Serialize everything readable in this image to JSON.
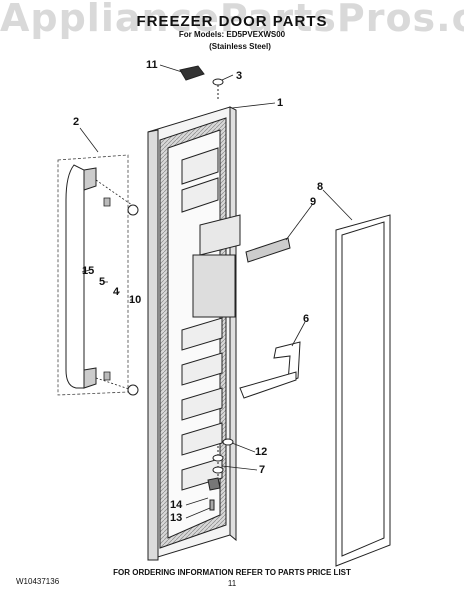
{
  "watermark": "AppliancePartsPros.com",
  "title": "FREEZER DOOR PARTS",
  "subtitle": "For Models: ED5PVEXWS00",
  "finish": "(Stainless Steel)",
  "callouts": [
    {
      "id": "c11",
      "label": "11"
    },
    {
      "id": "c3",
      "label": "3"
    },
    {
      "id": "c1",
      "label": "1"
    },
    {
      "id": "c2",
      "label": "2"
    },
    {
      "id": "c8",
      "label": "8"
    },
    {
      "id": "c9",
      "label": "9"
    },
    {
      "id": "c15",
      "label": "15"
    },
    {
      "id": "c5",
      "label": "5"
    },
    {
      "id": "c4",
      "label": "4"
    },
    {
      "id": "c10",
      "label": "10"
    },
    {
      "id": "c6",
      "label": "6"
    },
    {
      "id": "c12",
      "label": "12"
    },
    {
      "id": "c7",
      "label": "7"
    },
    {
      "id": "c14",
      "label": "14"
    },
    {
      "id": "c13",
      "label": "13"
    }
  ],
  "footer": {
    "doc_number": "W10437136",
    "order_info": "FOR ORDERING INFORMATION REFER TO PARTS PRICE LIST",
    "page": "11"
  }
}
